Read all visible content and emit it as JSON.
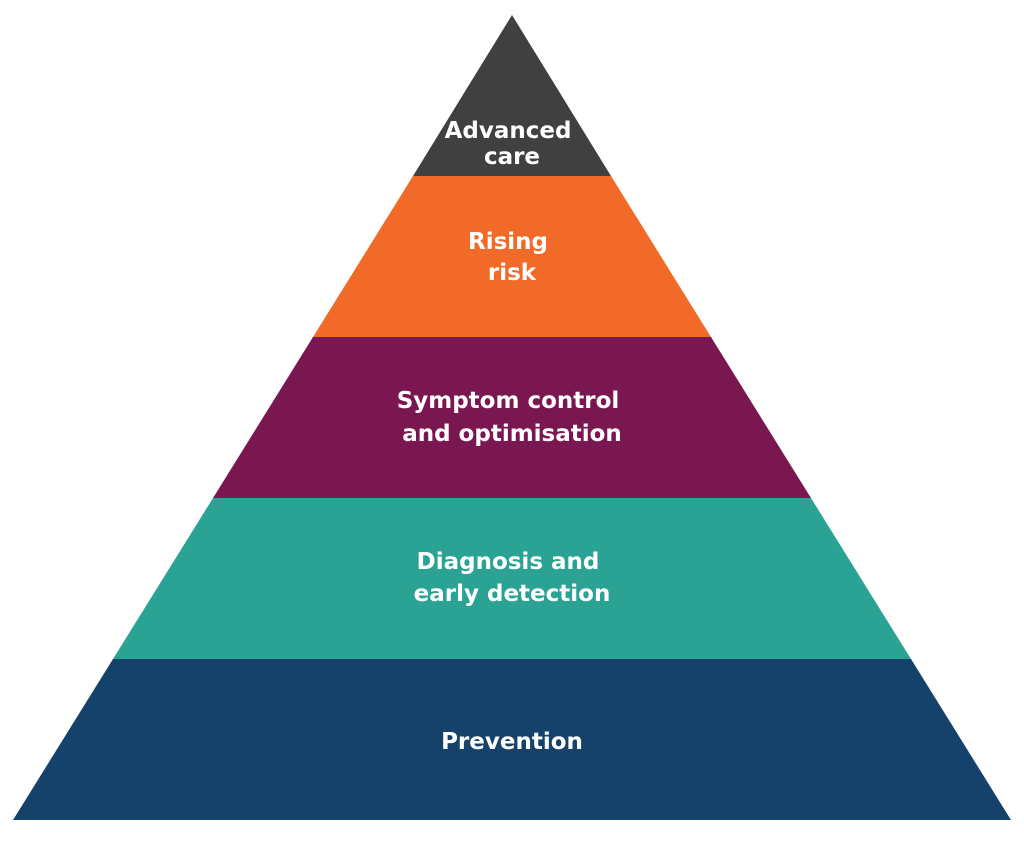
{
  "tiers": [
    {
      "lines": [
        "Advanced",
        "care"
      ],
      "color": "#404040"
    },
    {
      "lines": [
        "Rising",
        "risk"
      ],
      "color": "#f26a27"
    },
    {
      "lines": [
        "Symptom control",
        "and optimisation"
      ],
      "color": "#7b1750"
    },
    {
      "lines": [
        "Diagnosis and",
        "early detection"
      ],
      "color": "#2aa395"
    },
    {
      "lines": [
        "Prevention"
      ],
      "color": "#14426b"
    }
  ]
}
